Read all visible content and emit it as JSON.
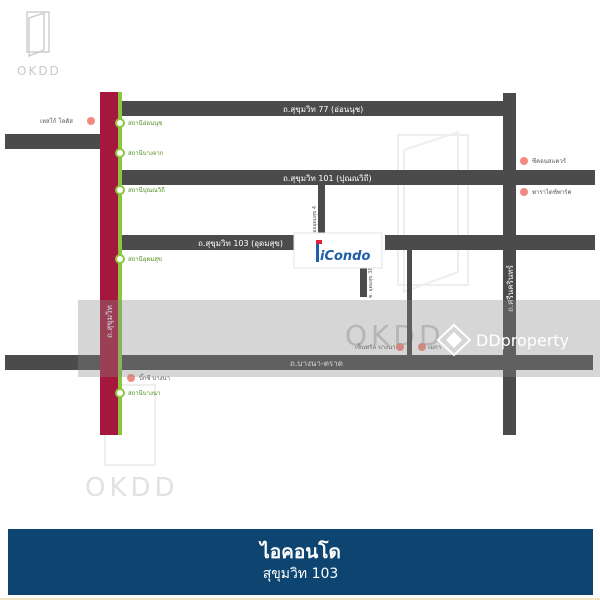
{
  "watermark": {
    "text": "OKDD"
  },
  "roads": {
    "main_left": "ถ.สุขุมวิท",
    "soi77": "ถ.สุขุมวิท 77 (อ่อนนุช)",
    "soi101": "ถ.สุขุมวิท 101 (ปุณณวิถี)",
    "soi103": "ถ.สุขุมวิท 103 (อุดมสุข)",
    "bangna_trad": "ถ.บางนา-ตราด",
    "srinakarin": "ถ.ศรีนครินทร์",
    "side_upper": "ซอยอุดมสุข 4",
    "side_lower": "ซ. อุดมสุข 38"
  },
  "stations": {
    "onnut": "สถานีอ่อนนุช",
    "bangchak": "สถานีบางจาก",
    "punnawithi": "สถานีปุณณวิถี",
    "udomsuk": "สถานีอุดมสุข",
    "bangna": "สถานีบางนา"
  },
  "places": {
    "tesco": "เทสโก้ โลตัส",
    "seacon": "ซีคอนสแควร์",
    "paradise": "พาราไดซ์พาร์ค",
    "bigc": "บิ๊กซี บางนา",
    "central": "เซ็นทรัล บางนา",
    "mega": "เมกา"
  },
  "project": {
    "logo_text": "iCondo"
  },
  "overlay": {
    "brand": "DDproperty"
  },
  "footer": {
    "title": "ไอคอนโด",
    "subtitle": "สุขุมวิท 103"
  },
  "colors": {
    "road": "#4b4b4b",
    "bts_red": "#a5173c",
    "bts_green": "#8cc63f",
    "poi": "#f08a80",
    "footer_bg": "#0e4470"
  }
}
